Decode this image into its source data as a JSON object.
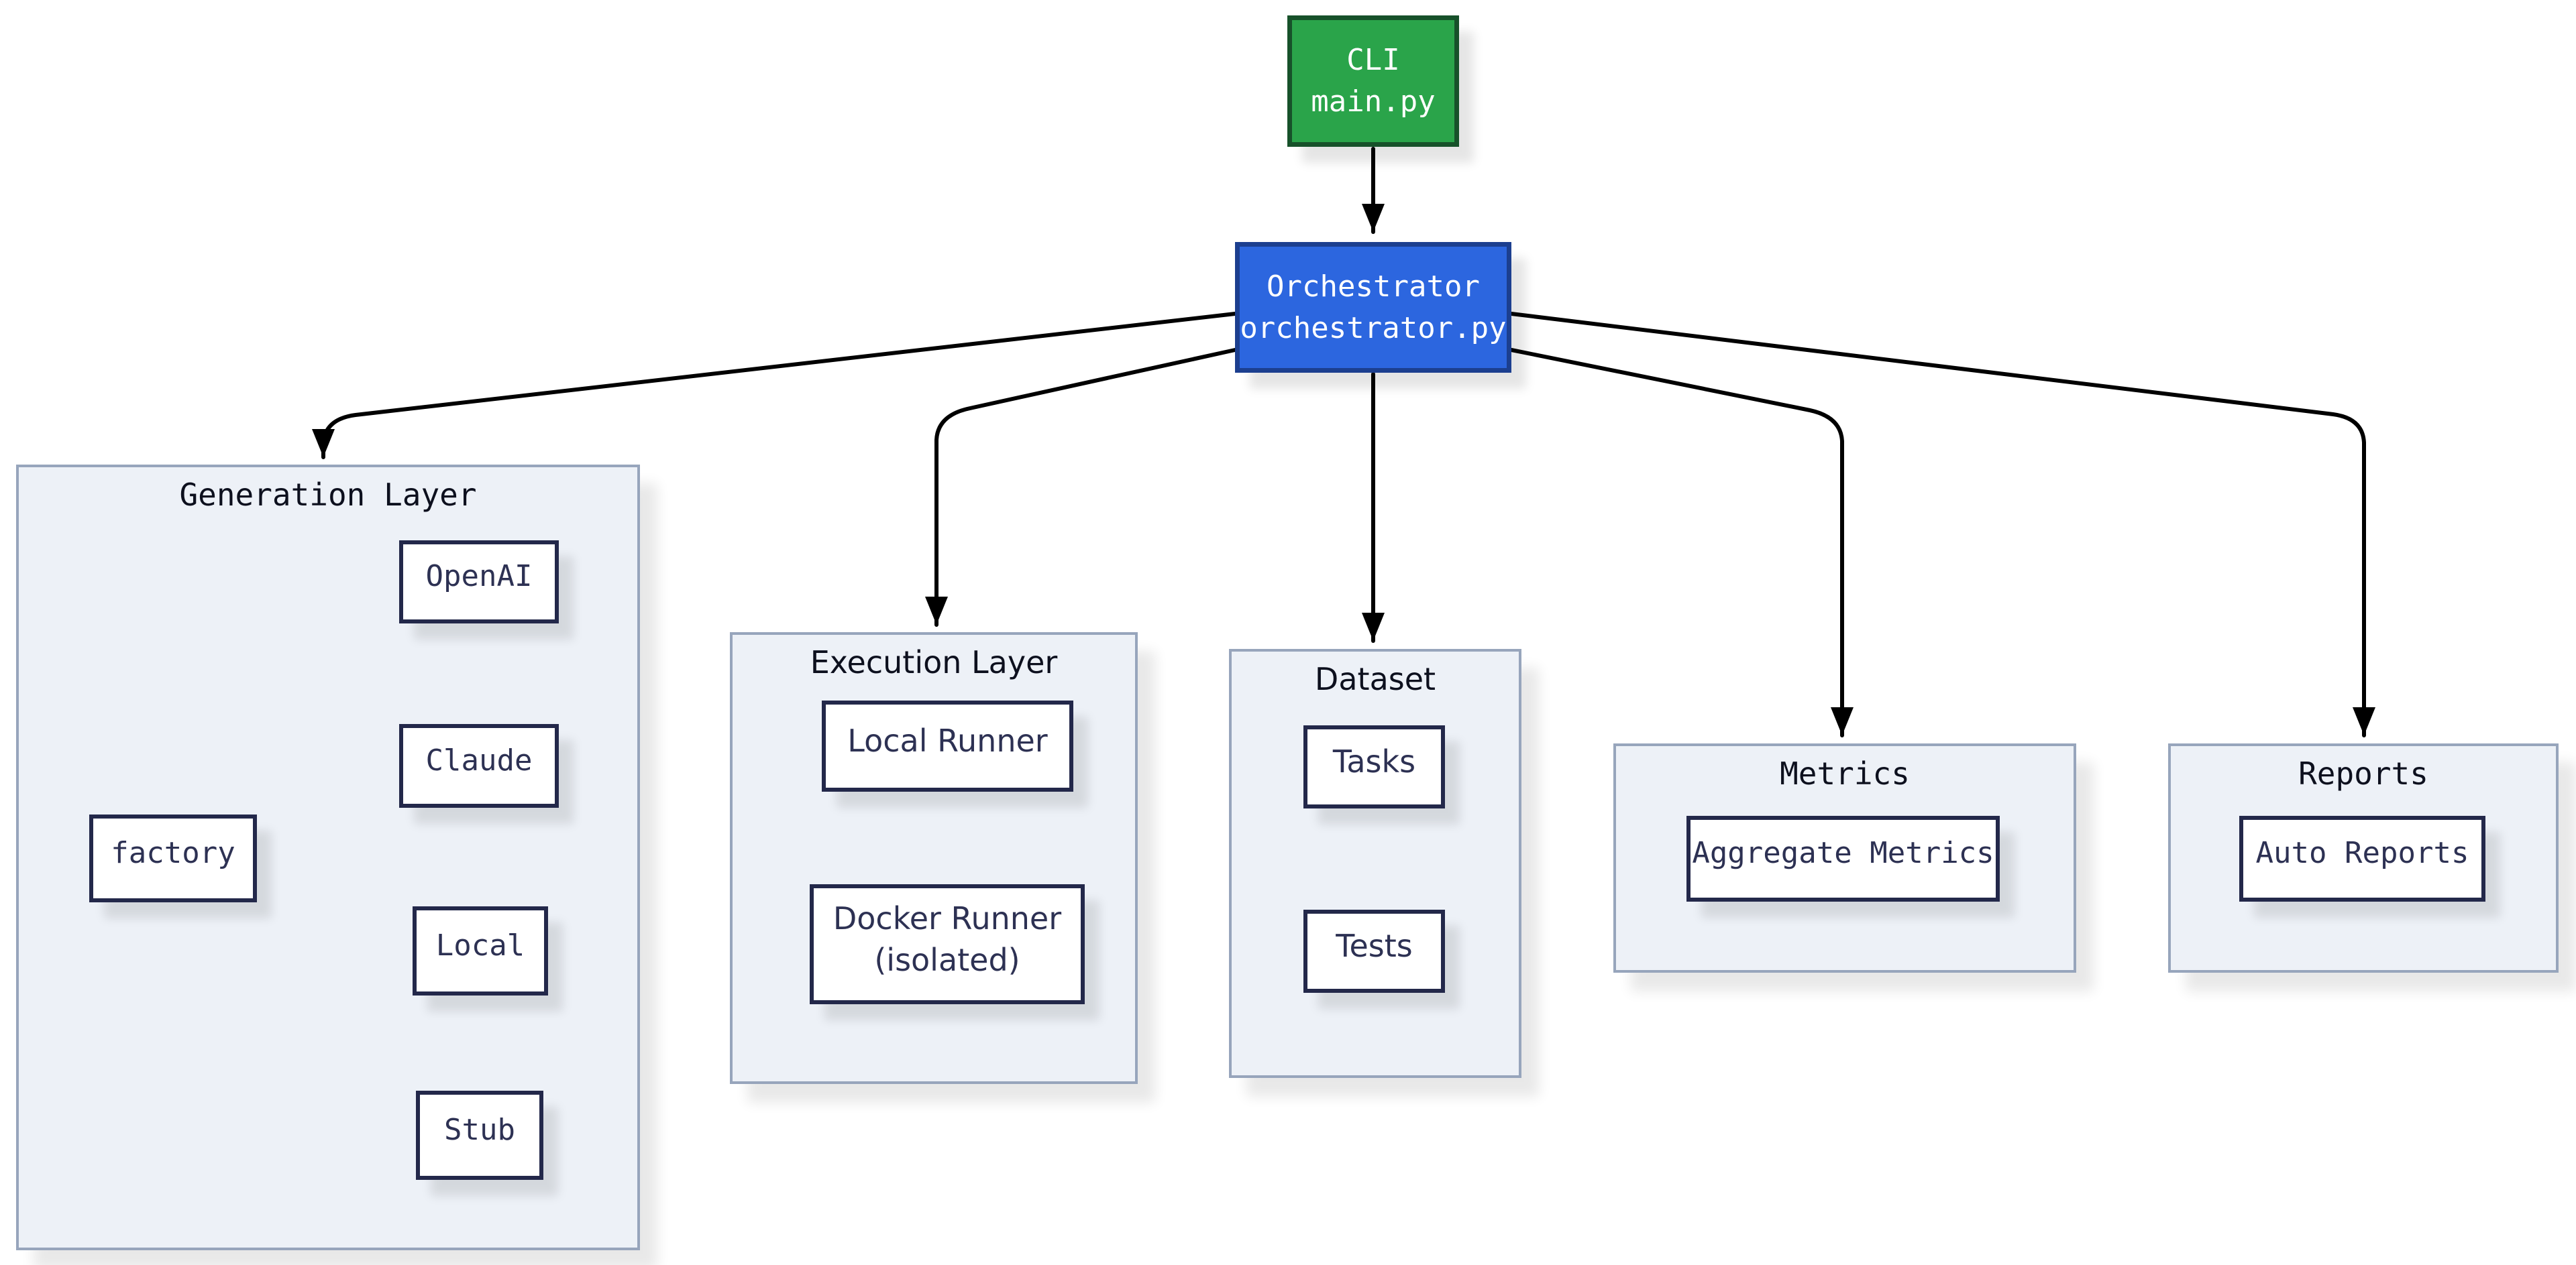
{
  "diagram_type": "flowchart",
  "colors": {
    "background": "#ffffff",
    "cli_fill": "#2aa44a",
    "cli_border": "#17512a",
    "orchestrator_fill": "#2c66df",
    "orchestrator_border": "#1c3f8f",
    "container_fill": "#edf1f7",
    "container_border": "#97a5bc",
    "node_fill": "#ffffff",
    "node_border": "#23284a",
    "node_text": "#2d3153",
    "edge_color": "#000000"
  },
  "nodes": {
    "cli": {
      "line1": "CLI",
      "line2": "main.py"
    },
    "orchestrator": {
      "line1": "Orchestrator",
      "line2": "orchestrator.py"
    },
    "factory": {
      "label": "factory"
    },
    "openai": {
      "label": "OpenAI"
    },
    "claude": {
      "label": "Claude"
    },
    "local": {
      "label": "Local"
    },
    "stub": {
      "label": "Stub"
    },
    "local_runner": {
      "label": "Local Runner"
    },
    "docker_runner": {
      "line1": "Docker Runner",
      "line2": "(isolated)"
    },
    "tasks": {
      "label": "Tasks"
    },
    "tests": {
      "label": "Tests"
    },
    "aggregate_metrics": {
      "label": "Aggregate Metrics"
    },
    "auto_reports": {
      "label": "Auto Reports"
    }
  },
  "containers": {
    "generation": {
      "title": "Generation Layer"
    },
    "execution": {
      "title": "Execution Layer"
    },
    "dataset": {
      "title": "Dataset"
    },
    "metrics": {
      "title": "Metrics"
    },
    "reports": {
      "title": "Reports"
    }
  },
  "edges": [
    {
      "from": "CLI",
      "to": "Orchestrator"
    },
    {
      "from": "Orchestrator",
      "to": "Generation Layer"
    },
    {
      "from": "Orchestrator",
      "to": "Execution Layer"
    },
    {
      "from": "Orchestrator",
      "to": "Dataset"
    },
    {
      "from": "Orchestrator",
      "to": "Metrics"
    },
    {
      "from": "Orchestrator",
      "to": "Reports"
    },
    {
      "from": "factory",
      "to": "OpenAI"
    },
    {
      "from": "factory",
      "to": "Claude"
    },
    {
      "from": "factory",
      "to": "Local"
    },
    {
      "from": "factory",
      "to": "Stub"
    }
  ]
}
